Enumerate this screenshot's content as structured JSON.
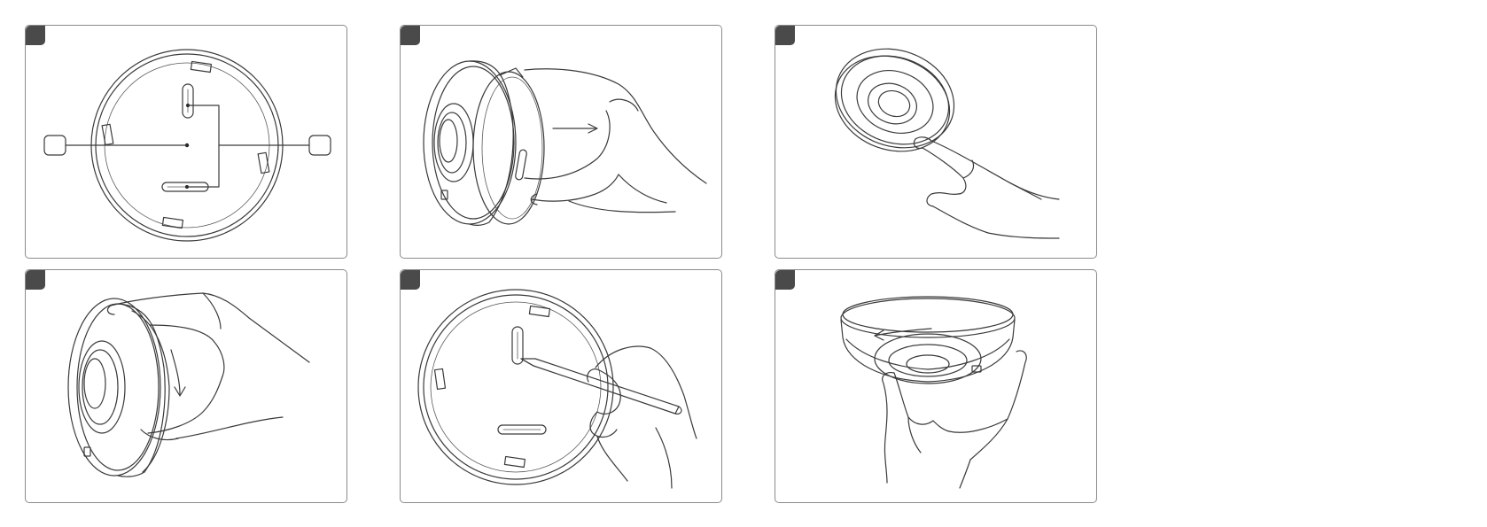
{
  "panels": [
    {
      "id": 1,
      "content": "mounting-plate-front-view"
    },
    {
      "id": 2,
      "content": "detach-detector-from-plate"
    },
    {
      "id": 3,
      "content": "press-test-button"
    },
    {
      "id": 4,
      "content": "rotate-detector"
    },
    {
      "id": 5,
      "content": "mark-screw-holes-with-pencil"
    },
    {
      "id": 6,
      "content": "attach-detector-to-ceiling"
    }
  ],
  "colors": {
    "ink": "#3a3a3a",
    "badge": "#4a4a4a",
    "frame": "#8a8a8a"
  }
}
